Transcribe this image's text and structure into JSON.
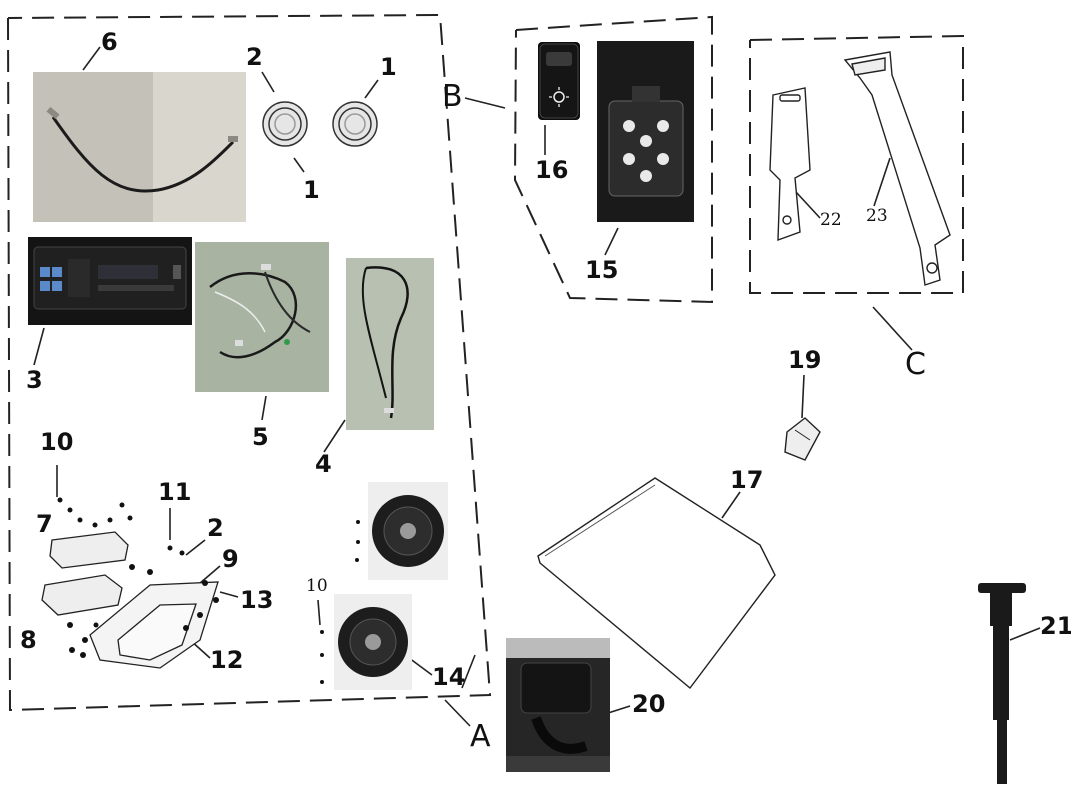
{
  "groups": [
    {
      "id": "A",
      "label": "A"
    },
    {
      "id": "B",
      "label": "B"
    },
    {
      "id": "C",
      "label": "C"
    }
  ],
  "callouts": [
    {
      "id": "c6",
      "label": "6"
    },
    {
      "id": "c2a",
      "label": "2"
    },
    {
      "id": "c1a",
      "label": "1"
    },
    {
      "id": "c1b",
      "label": "1"
    },
    {
      "id": "c3",
      "label": "3"
    },
    {
      "id": "c5",
      "label": "5"
    },
    {
      "id": "c4",
      "label": "4"
    },
    {
      "id": "c10a",
      "label": "10"
    },
    {
      "id": "c11",
      "label": "11"
    },
    {
      "id": "c7",
      "label": "7"
    },
    {
      "id": "c2b",
      "label": "2"
    },
    {
      "id": "c9",
      "label": "9"
    },
    {
      "id": "c13",
      "label": "13"
    },
    {
      "id": "c8",
      "label": "8"
    },
    {
      "id": "c12",
      "label": "12"
    },
    {
      "id": "c10b",
      "label": "10"
    },
    {
      "id": "c14",
      "label": "14"
    },
    {
      "id": "c16",
      "label": "16"
    },
    {
      "id": "c15",
      "label": "15"
    },
    {
      "id": "c22",
      "label": "22"
    },
    {
      "id": "c23",
      "label": "23"
    },
    {
      "id": "c19",
      "label": "19"
    },
    {
      "id": "c17",
      "label": "17"
    },
    {
      "id": "c20",
      "label": "20"
    },
    {
      "id": "c21",
      "label": "21"
    }
  ],
  "colors": {
    "line": "#222222",
    "photo_bg": "#c9c9c1",
    "radio_body": "#1a1a1a",
    "radio_display": "#3a5f9e",
    "led_panel": "#0e0e0e",
    "harness_bg": "#aab5a4",
    "grass_bg": "#b9c2b4"
  }
}
